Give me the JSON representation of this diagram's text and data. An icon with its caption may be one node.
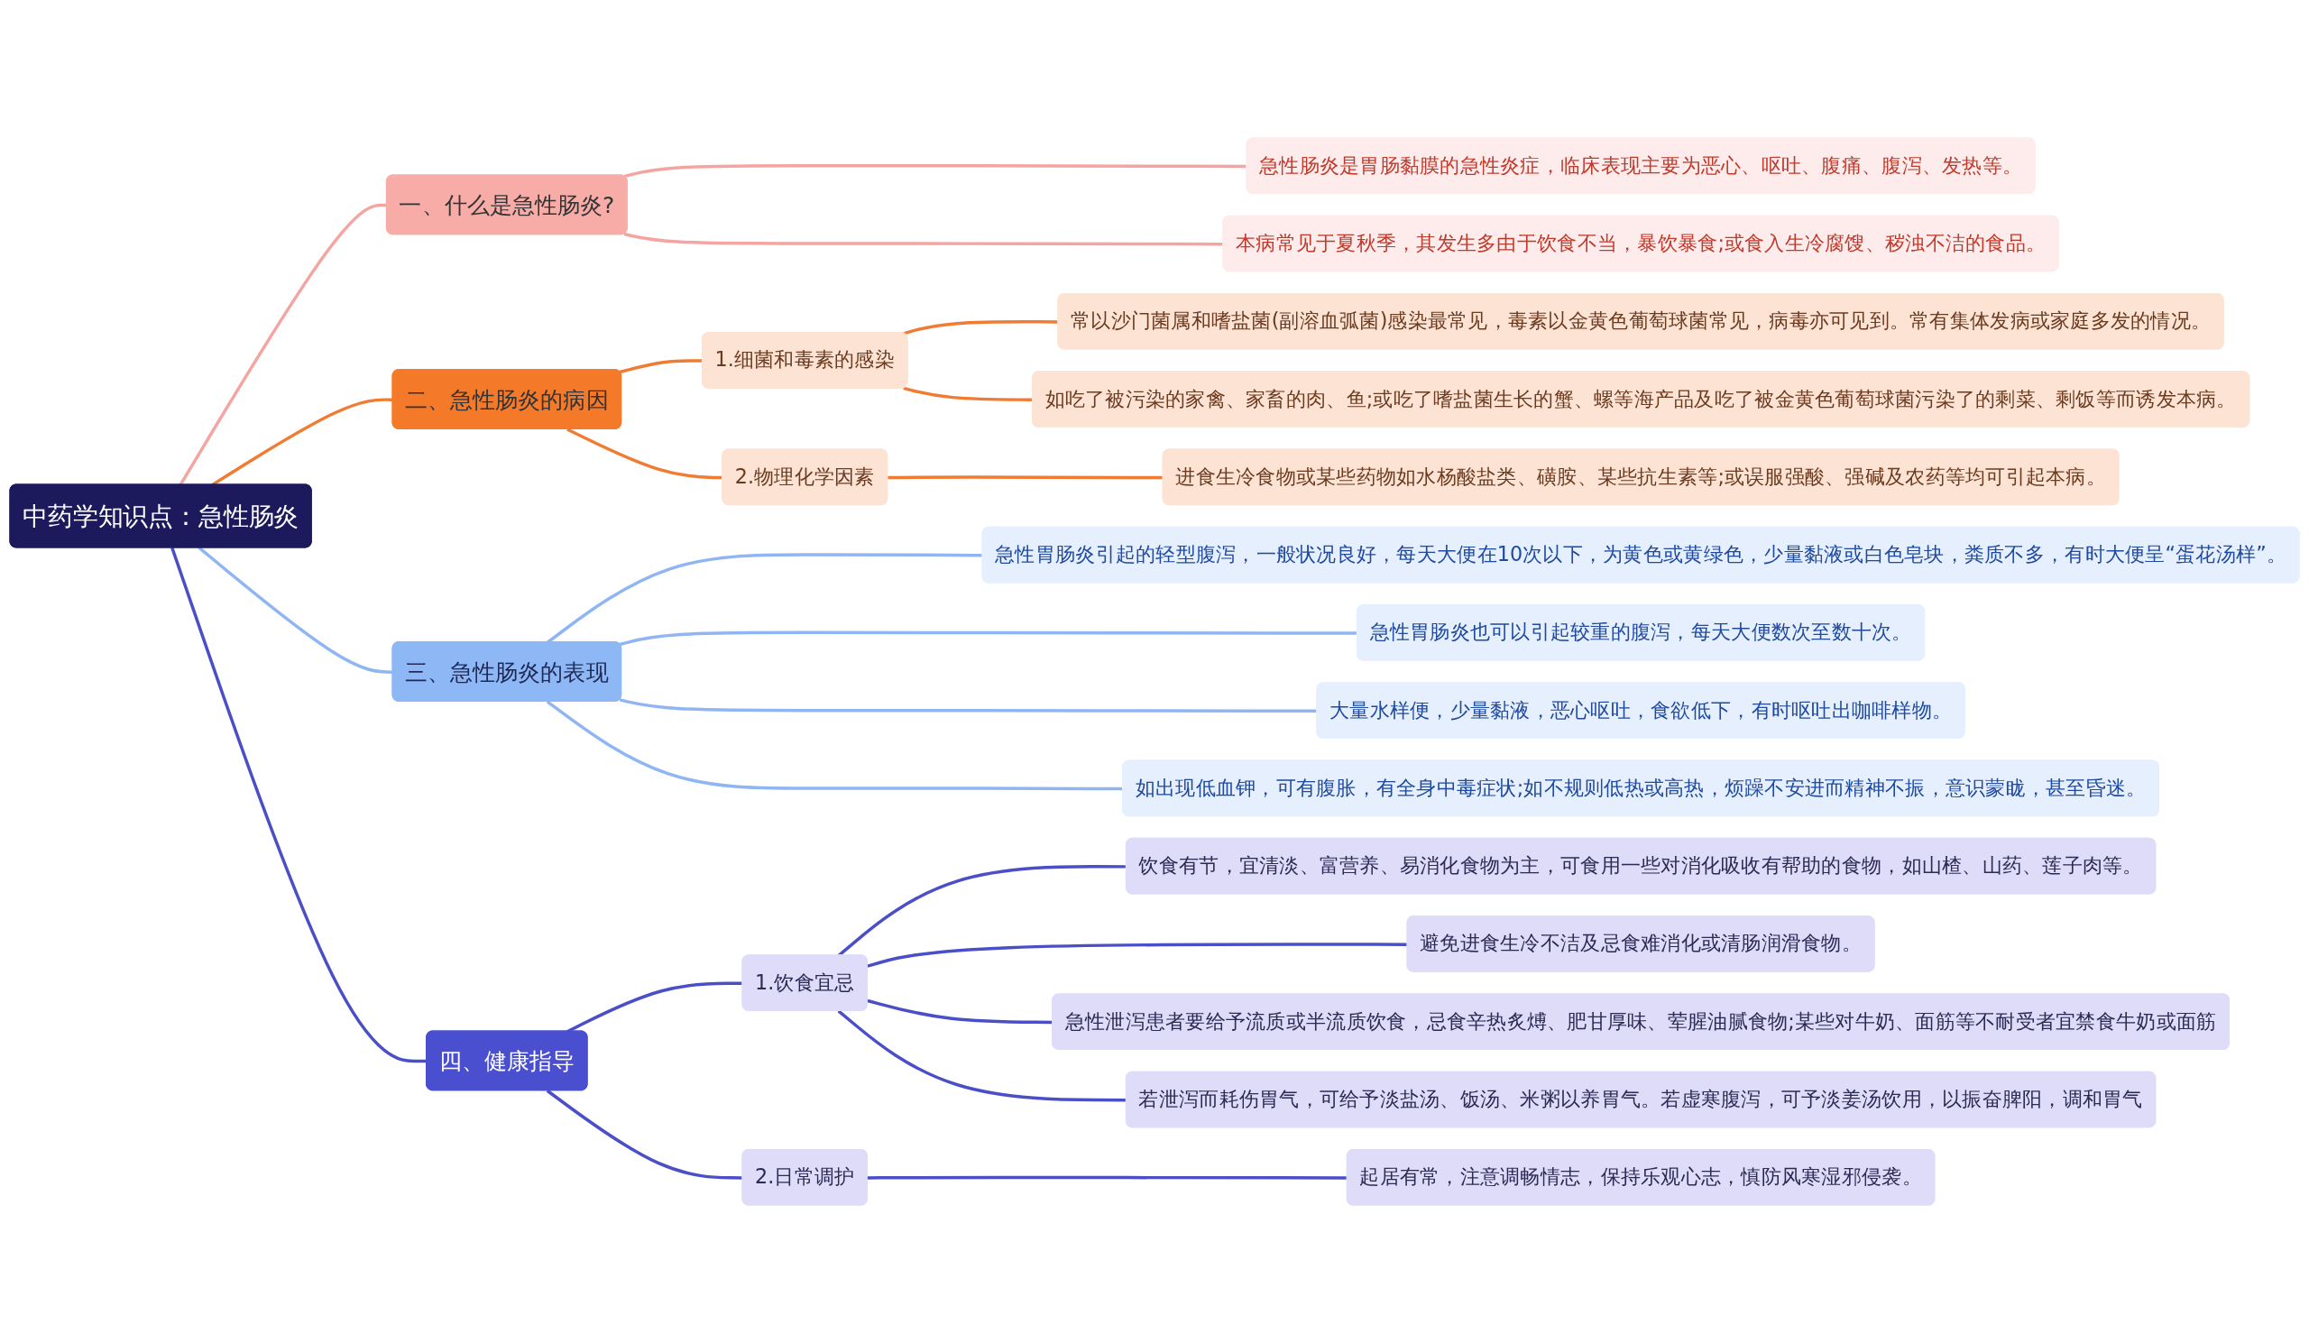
{
  "diagram": {
    "nodes": [
      {
        "text": [
          "中药学知识点：急性肠炎"
        ]
      },
      {
        "text": [
          "一、什么是急性肠炎?"
        ]
      },
      {
        "text": [
          "急性肠炎是胃肠黏膜的急性炎症，临床表现主要为恶心、呕吐、腹痛、腹泻、发热等。"
        ]
      },
      {
        "text": [
          "本病常见于夏秋季，其发生多由于饮食不当，暴饮暴食;或食入生冷腐馊、秽浊不洁的食品。"
        ]
      },
      {
        "text": [
          "二、急性肠炎的病因"
        ]
      },
      {
        "text": [
          "1.细菌和毒素的感染"
        ]
      },
      {
        "text": [
          "常以沙门菌属和嗜盐菌(副溶血弧菌)感染最常见，毒素以金黄色葡萄球菌常见，病毒亦可见到。常有集体发病或家庭多发的情况。"
        ]
      },
      {
        "text": [
          "如吃了被污染的家禽、家畜的肉、鱼;或吃了嗜盐菌生长的蟹、螺等海产品及吃了被金黄色葡萄球菌污染了的剩菜、剩饭等而诱发本病。"
        ]
      },
      {
        "text": [
          "2.物理化学因素"
        ]
      },
      {
        "text": [
          "进食生冷食物或某些药物如水杨酸盐类、磺胺、某些抗生素等;或误服强酸、强碱及农药等均可引起本病。"
        ]
      },
      {
        "text": [
          "三、急性肠炎的表现"
        ]
      },
      {
        "text": [
          "急性胃肠炎引起的轻型腹泻，一般状况良好，每天大便在10次以下，为黄色或黄绿色，少量黏液或白色皂块，粪质不多，有时大便呈“蛋花汤样”。"
        ]
      },
      {
        "text": [
          "急性胃肠炎也可以引起较重的腹泻，每天大便数次至数十次。"
        ]
      },
      {
        "text": [
          "大量水样便，少量黏液，恶心呕吐，食欲低下，有时呕吐出咖啡样物。"
        ]
      },
      {
        "text": [
          "如出现低血钾，可有腹胀，有全身中毒症状;如不规则低热或高热，烦躁不安进而精神不振，意识蒙眬，甚至昏迷。"
        ]
      },
      {
        "text": [
          "四、健康指导"
        ]
      },
      {
        "text": [
          "1.饮食宜忌"
        ]
      },
      {
        "text": [
          "饮食有节，宜清淡、富营养、易消化食物为主，可食用一些对消化吸收有帮助的食物，如山楂、山药、莲子肉等。"
        ]
      },
      {
        "text": [
          "避免进食生冷不洁及忌食难消化或清肠润滑食物。"
        ]
      },
      {
        "text": [
          "急性泄泻患者要给予流质或半流质饮食，忌食辛热炙煿、肥甘厚味、荤腥油腻食物;某些对牛奶、面筋等不耐受者宜禁食牛奶或面筋"
        ]
      },
      {
        "text": [
          "若泄泻而耗伤胃气，可给予淡盐汤、饭汤、米粥以养胃气。若虚寒腹泻，可予淡姜汤饮用，以振奋脾阳，调和胃气"
        ]
      },
      {
        "text": [
          "2.日常调护"
        ]
      },
      {
        "text": [
          "起居有常，注意调畅情志，保持乐观心志，慎防风寒湿邪侵袭。"
        ]
      }
    ],
    "edges": [
      {
        "from": 0,
        "to": 1,
        "arrow": "none",
        "color": "#f4a5a2"
      },
      {
        "from": 1,
        "to": 2,
        "arrow": "none",
        "color": "#f4a5a2"
      },
      {
        "from": 1,
        "to": 3,
        "arrow": "none",
        "color": "#f4a5a2"
      },
      {
        "from": 0,
        "to": 4,
        "arrow": "none",
        "color": "#f07b32"
      },
      {
        "from": 4,
        "to": 5,
        "arrow": "none",
        "color": "#f07b32"
      },
      {
        "from": 5,
        "to": 6,
        "arrow": "none",
        "color": "#f07b32"
      },
      {
        "from": 5,
        "to": 7,
        "arrow": "none",
        "color": "#f07b32"
      },
      {
        "from": 4,
        "to": 8,
        "arrow": "none",
        "color": "#f07b32"
      },
      {
        "from": 8,
        "to": 9,
        "arrow": "none",
        "color": "#f07b32"
      },
      {
        "from": 0,
        "to": 10,
        "arrow": "none",
        "color": "#8fb6f3"
      },
      {
        "from": 10,
        "to": 11,
        "arrow": "none",
        "color": "#8fb6f3"
      },
      {
        "from": 10,
        "to": 12,
        "arrow": "none",
        "color": "#8fb6f3"
      },
      {
        "from": 10,
        "to": 13,
        "arrow": "none",
        "color": "#8fb6f3"
      },
      {
        "from": 10,
        "to": 14,
        "arrow": "none",
        "color": "#8fb6f3"
      },
      {
        "from": 0,
        "to": 15,
        "arrow": "none"
      },
      {
        "from": 15,
        "to": 16,
        "arrow": "none"
      },
      {
        "from": 16,
        "to": 17,
        "arrow": "none"
      },
      {
        "from": 16,
        "to": 18,
        "arrow": "none"
      },
      {
        "from": 16,
        "to": 19,
        "arrow": "none"
      },
      {
        "from": 16,
        "to": 20,
        "arrow": "none"
      },
      {
        "from": 15,
        "to": 21,
        "arrow": "none"
      },
      {
        "from": 21,
        "to": 22,
        "arrow": "none"
      }
    ]
  }
}
